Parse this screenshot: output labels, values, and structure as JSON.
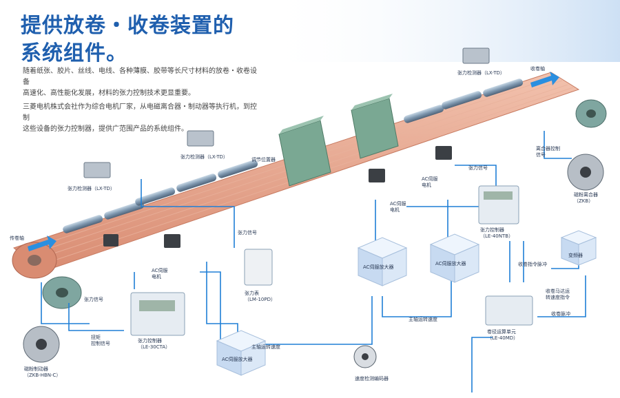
{
  "title_line1": "提供放卷・收卷装置的",
  "title_line2": "系统组件。",
  "intro_p1_line1": "随着纸张、胶片、丝线、电线、各种薄膜、胶带等长尺寸材料的放卷・收卷设备",
  "intro_p1_line2": "高速化、高性能化发展，材料的张力控制技术更显重要。",
  "intro_p2_line1": "三菱电机株式会社作为综合电机厂家，从电磁离合器・制动器等执行机，到控制",
  "intro_p2_line2": "这些设备的张力控制器，提供广范围产品的系统组件。",
  "labels": {
    "unwind_side": "传卷轴",
    "winding_side": "收卷轴",
    "tension_detector_1": "张力检测器（LX-TD）",
    "tension_detector_2": "张力检测器（LX-TD）",
    "tension_detector_3": "张力检测器（LX-TD）",
    "adjust_position": "调节位置器",
    "tension_signal_1": "张力信号",
    "tension_signal_2": "张力信号",
    "tension_signal_3": "张力信号",
    "ac_servo_motor_1": "AC伺服\n电机",
    "ac_servo_motor_2": "AC伺服\n电机",
    "ac_servo_motor_3": "AC伺服\n电机",
    "ac_servo_amp_1": "AC伺服放大器",
    "ac_servo_amp_2": "AC伺服放大器",
    "ac_servo_amp_3": "AC伺服放大器",
    "tension_meter": "张力表\n（LM-10PD）",
    "tension_controller": "张力控制器\n（LE-30CTA）",
    "tension_controller_auto": "张力控制器\n（LE-40NTB）",
    "brake": "磁粉制动器\n（ZKB-HBN-C）",
    "clutch": "磁粉离合器\n（ZKB）",
    "torque_signal": "扭矩\n控制信号",
    "main_speed": "主轴运转速度",
    "main_speed_2": "主轴运转速度",
    "encoder": "速度检测编码器",
    "inverter": "变频器",
    "position_pulse": "收卷指令脉冲",
    "speed_pulse": "收卷脉冲",
    "control_unit": "卷径运算单元\n（LE-40MD）",
    "winding_speed_cmd": "收卷马达运\n转速度指令",
    "clutch_signal": "离合器控制\n信号"
  },
  "colors": {
    "title": "#1f5fae",
    "web": "#e9a98f",
    "web_dark": "#cf8068",
    "line": "#1e7fd6",
    "box": "#dbe8f7",
    "machine": "#6f9c87"
  }
}
